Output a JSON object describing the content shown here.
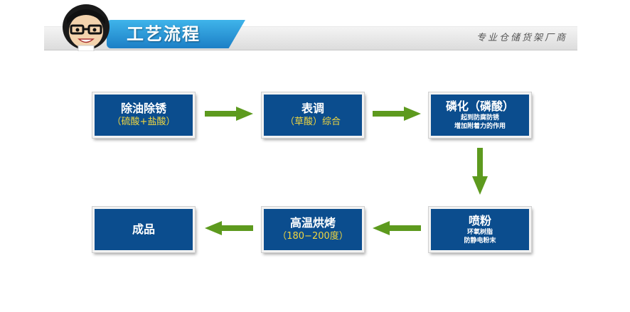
{
  "header": {
    "title": "工艺流程",
    "slogan": "专业仓储货架厂商"
  },
  "steps": [
    {
      "title": "除油除锈",
      "sub": "（硫酸+盐酸）"
    },
    {
      "title": "表调",
      "sub": "（草酸）综合"
    },
    {
      "title": "磷化（磷酸）",
      "note1": "起到防腐防锈",
      "note2": "增加附着力的作用"
    },
    {
      "title": "喷粉",
      "note1": "环氧树脂",
      "note2": "防静电粉末"
    },
    {
      "title": "高温烘烤",
      "sub": "（180−200度）"
    },
    {
      "title": "成品"
    }
  ],
  "colors": {
    "box": "#0b4d8e",
    "arrow": "#5d9a1e",
    "subtext": "#f0d640",
    "banner": "#2a9ad8"
  }
}
